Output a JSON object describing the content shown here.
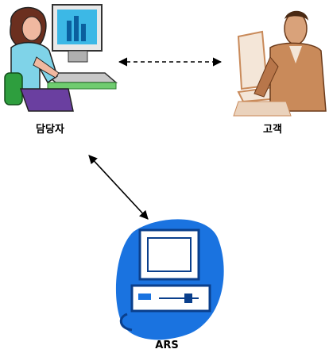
{
  "nodes": {
    "staff": {
      "label": "담당자",
      "icon": "person-at-computer-icon"
    },
    "customer": {
      "label": "고객",
      "icon": "businessman-at-computer-icon"
    },
    "ars": {
      "label": "ARS",
      "icon": "computer-system-icon"
    }
  },
  "edges": [
    {
      "from": "staff",
      "to": "customer",
      "style": "dashed",
      "arrows": "both"
    },
    {
      "from": "staff",
      "to": "ars",
      "style": "solid",
      "arrows": "both"
    }
  ],
  "colors": {
    "ars_blue": "#1a73e0",
    "staff_shirt": "#7fd3e8",
    "staff_skin": "#f0b8a0",
    "customer_tone": "#c98a5a"
  }
}
